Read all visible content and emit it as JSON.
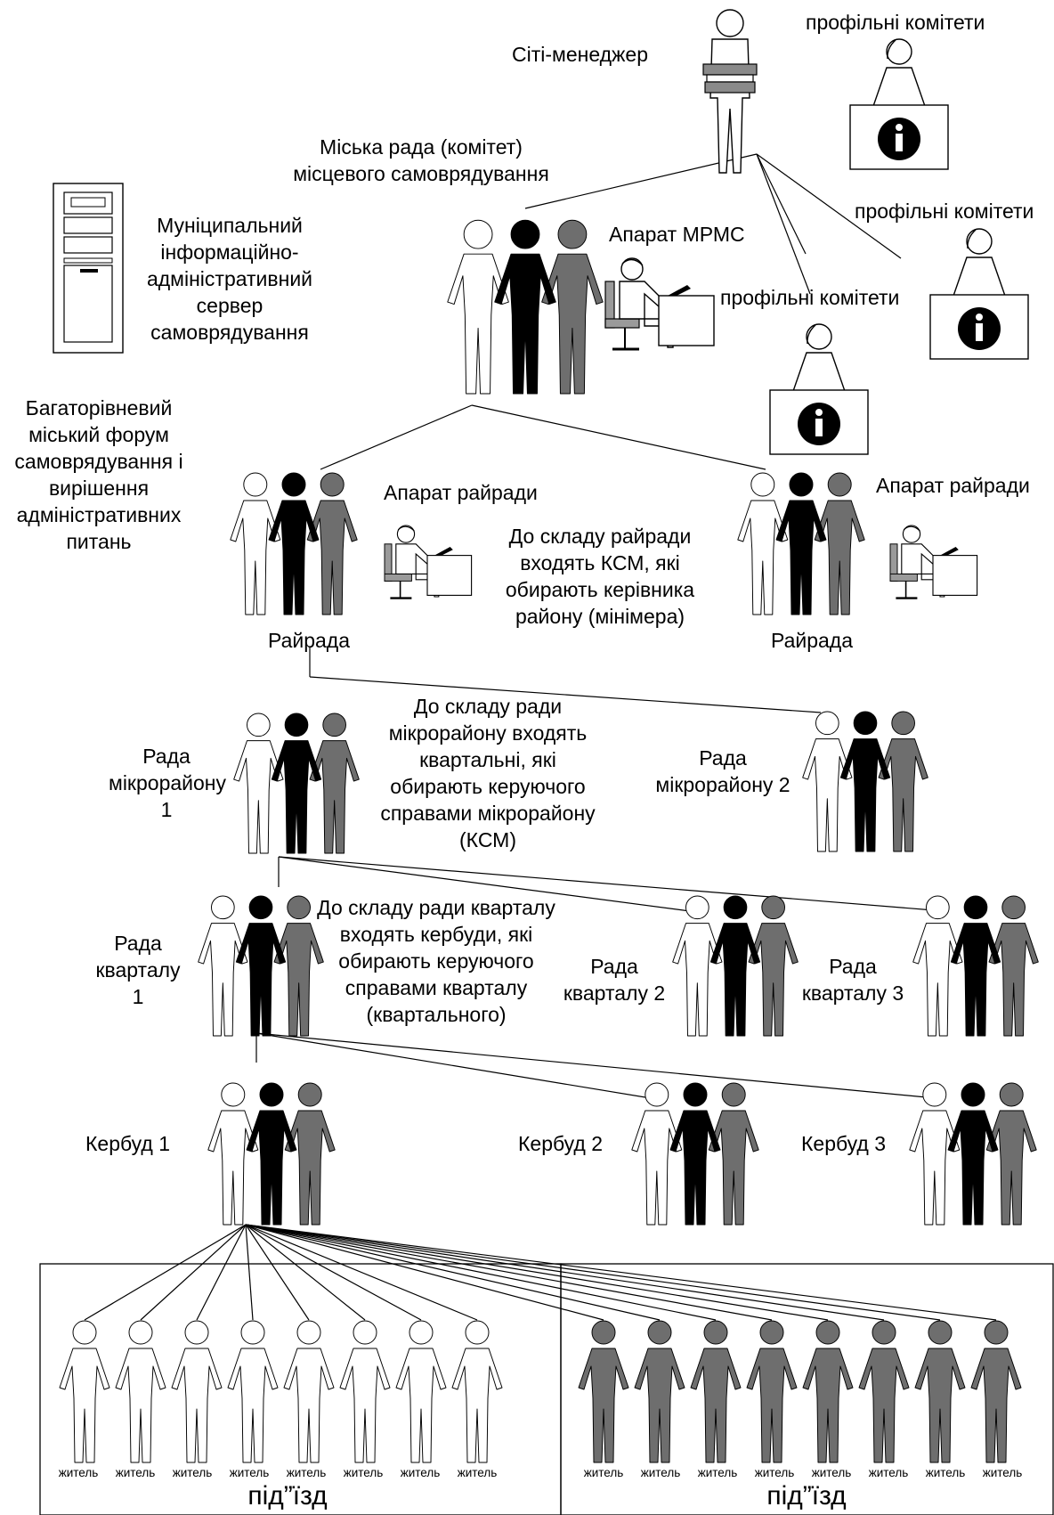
{
  "city_manager": "Сіті-менеджер",
  "committees_label": "профільні комітети",
  "city_council": "Міська рада (комітет) місцевого самоврядування",
  "apparatus_mrms": "Апарат МРМС",
  "server_label": "Муніципальний інформаційно-адміністративний сервер самоврядування",
  "forum_label": "Багаторівневий міський форум самоврядування і вирішення адміністративних питань",
  "district_apparatus": "Апарат райради",
  "district_council": "Райрада",
  "district_composition": "До складу райради входять КСМ, які обирають керівника району (мінімера)",
  "microdistrict_composition": "До складу ради мікрорайону входять квартальні, які обирають керуючого справами мікрорайону (КСМ)",
  "microdistrict_1": "Рада мікрорайону 1",
  "microdistrict_2": "Рада мікрорайону 2",
  "quarter_composition": "До складу ради кварталу входять кербуди, які обирають керуючого справами кварталу (квартального)",
  "quarter_1": "Рада кварталу 1",
  "quarter_2": "Рада кварталу 2",
  "quarter_3": "Рада кварталу 3",
  "building_1": "Кербуд 1",
  "building_2": "Кербуд 2",
  "building_3": "Кербуд 3",
  "resident": "житель",
  "entrance": "під”їзд",
  "colors": {
    "white": "#ffffff",
    "black": "#000000",
    "gray": "#6e6e6e",
    "outline": "#000000"
  }
}
